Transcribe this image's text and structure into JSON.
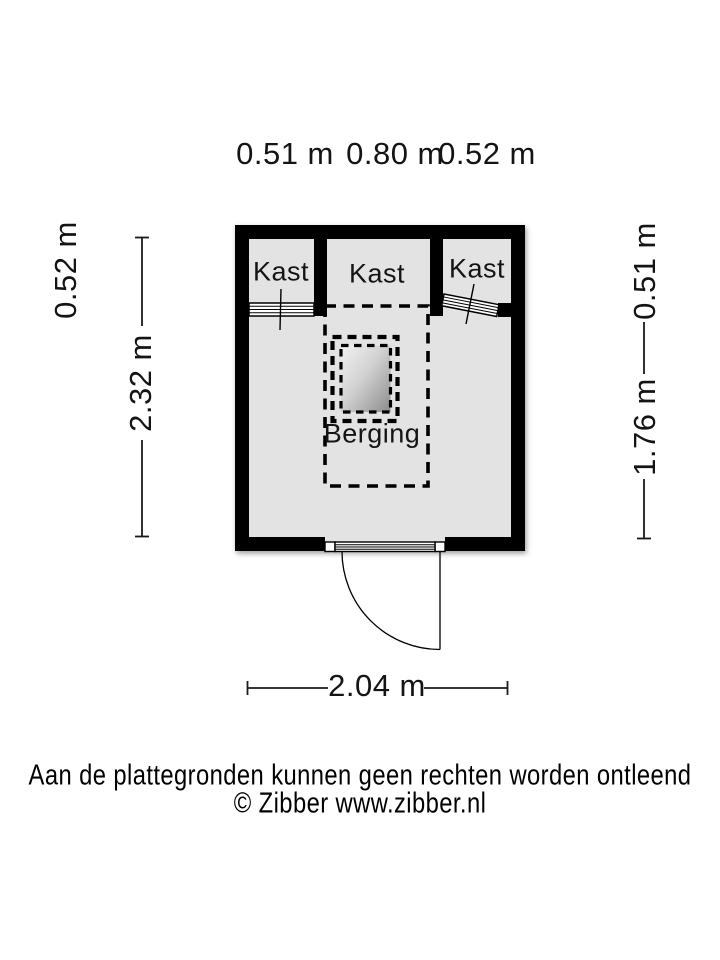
{
  "colors": {
    "wall": "#000000",
    "floor": "#e3e3e3",
    "text": "#141414"
  },
  "plan": {
    "rooms": {
      "kast_left": "Kast",
      "kast_middle": "Kast",
      "kast_right": "Kast",
      "berging": "Berging"
    }
  },
  "dimensions": {
    "top": [
      "0.51 m",
      "0.80 m",
      "0.52 m"
    ],
    "left": [
      "0.52 m",
      "2.32 m"
    ],
    "right": [
      "0.51 m",
      "1.76 m"
    ],
    "bottom": "2.04 m"
  },
  "footer": {
    "disclaimer": "Aan de plattegronden kunnen geen rechten worden ontleend",
    "credit": "© Zibber www.zibber.nl"
  }
}
